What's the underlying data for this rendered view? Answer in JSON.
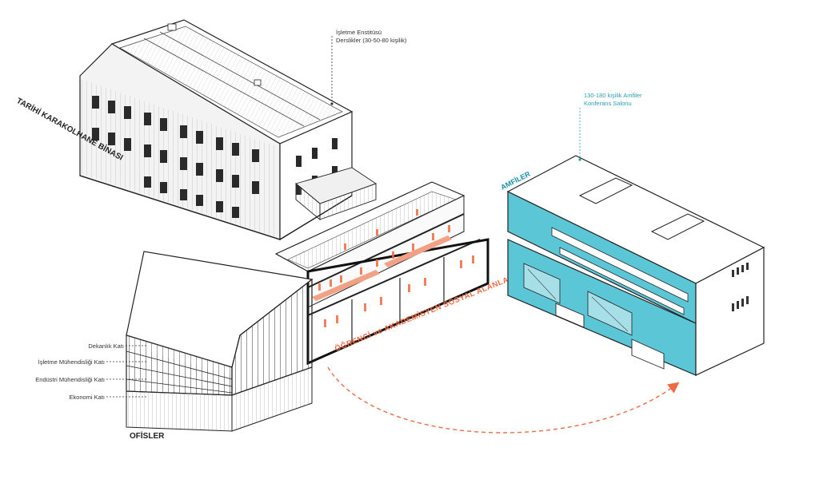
{
  "annotations": {
    "isletme_line1": "İşletme Enstitüsü",
    "isletme_line2": "Derslikler (30-50-80 kişilik)",
    "amfi_line1": "130-180 kişilik Amfiler",
    "amfi_line2": "Konferans Salonu"
  },
  "titles": {
    "karakolhane": "TARİHİ KARAKOLHANE BİNASI",
    "amfiler": "AMFİLER",
    "ofisler": "OFİSLER",
    "sosyal": "ÖĞRENCİ ve AKADEMİSYEN SOSYAL ALANLARI"
  },
  "floors": [
    {
      "label": "Dekanlık Katı"
    },
    {
      "label": "İşletme Mühendisliği Katı"
    },
    {
      "label": "Endüstri Mühendisliği Katı"
    },
    {
      "label": "Ekonomi Katı"
    }
  ],
  "colors": {
    "amfi": "#5bc7d6",
    "accent": "#ee6a42",
    "line": "#222222",
    "annotation_blue": "#2a9fb3"
  },
  "icons": [
    "arrow-right-icon"
  ]
}
